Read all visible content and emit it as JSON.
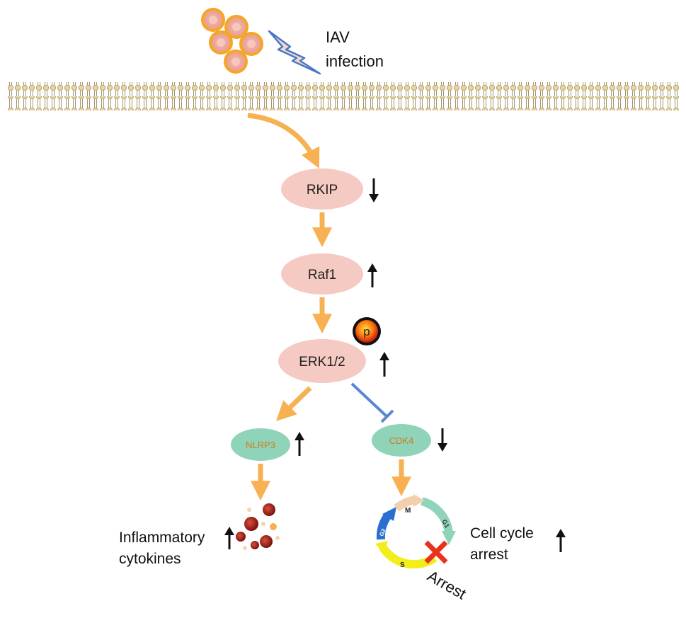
{
  "infection": {
    "label_line1": "IAV",
    "label_line2": "infection"
  },
  "nodes": {
    "rkip": "RKIP",
    "raf1": "Raf1",
    "erk": "ERK1/2",
    "phospho": "p",
    "nlrp3": "NLRP3",
    "cdk4": "CDK4"
  },
  "outcomes": {
    "cytokines_line1": "Inflammatory",
    "cytokines_line2": "cytokines",
    "arrest_line1": "Cell cycle",
    "arrest_line2": "arrest",
    "arrest_point": "Arrest"
  },
  "cycle_phases": {
    "m": "M",
    "g1": "G1",
    "s": "S",
    "g2": "G2"
  },
  "regulation": {
    "rkip": "down",
    "raf1": "up",
    "erk": "up",
    "nlrp3": "up",
    "cdk4": "down",
    "cytokines": "up",
    "cell_cycle_arrest": "up"
  },
  "colors": {
    "activation_arrow": "#f7b152",
    "inhibition_line": "#5b86d4",
    "signal_node": "#f5cac2",
    "effector_node": "#8fd4b8",
    "effector_text": "#d07a1a",
    "virus_fill": "#f0a9a0",
    "virus_ring": "#f5a623",
    "membrane": "#c9b27a"
  }
}
